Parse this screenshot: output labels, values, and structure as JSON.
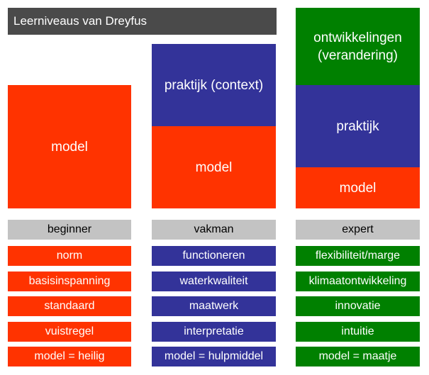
{
  "title": "Leerniveaus van Dreyfus",
  "colors": {
    "red": "#ff3300",
    "blue": "#333399",
    "green": "#008000",
    "header_gray": "#c3c3c3",
    "title_gray": "#4a4a4a"
  },
  "columns": [
    {
      "blocks": [
        "model"
      ],
      "header": "beginner",
      "items": [
        "norm",
        "basisinspanning",
        "standaard",
        "vuistregel",
        "model = heilig"
      ]
    },
    {
      "blocks": [
        "praktijk (context)",
        "model"
      ],
      "header": "vakman",
      "items": [
        "functioneren",
        "waterkwaliteit",
        "maatwerk",
        "interpretatie",
        "model = hulpmiddel"
      ]
    },
    {
      "blocks": [
        "ontwikkelingen (verandering)",
        "praktijk",
        "model"
      ],
      "header": "expert",
      "items": [
        "flexibiliteit/marge",
        "klimaatontwikkeling",
        "innovatie",
        "intuitie",
        "model = maatje"
      ]
    }
  ]
}
